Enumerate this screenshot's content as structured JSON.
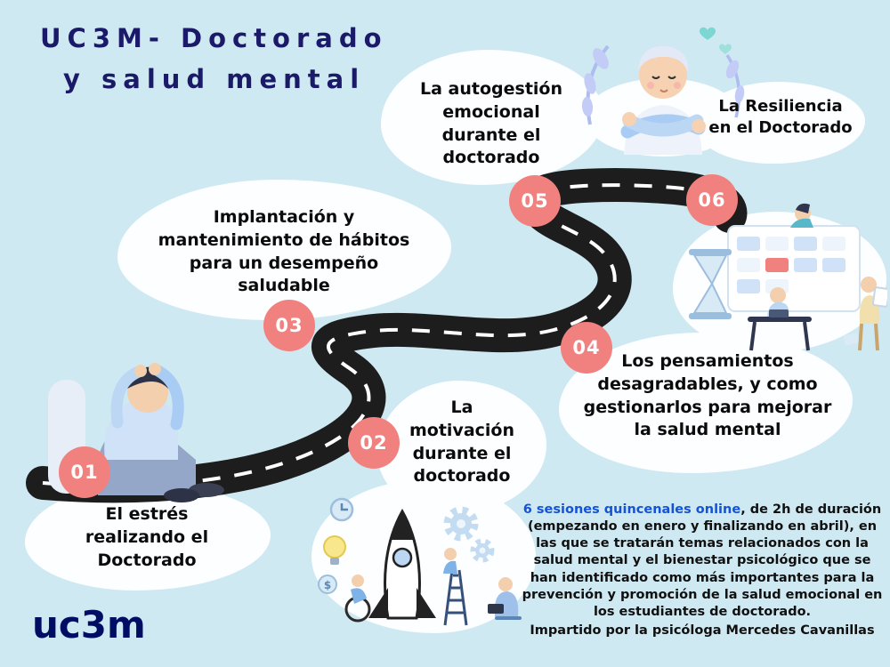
{
  "title": {
    "line1": "UC3M- Doctorado",
    "line2": "y salud mental"
  },
  "logo_text": "uc3m",
  "stops": [
    {
      "num": "01",
      "label": "El estrés\nrealizando el\nDoctorado"
    },
    {
      "num": "02",
      "label": "La\nmotivación\ndurante el\ndoctorado"
    },
    {
      "num": "03",
      "label": "Implantación y\nmantenimiento de hábitos\npara un desempeño\nsaludable"
    },
    {
      "num": "04",
      "label": "Los pensamientos\ndesagradables, y como\ngestionarlos para mejorar\nla salud mental"
    },
    {
      "num": "05",
      "label": "La autogestión\nemocional\ndurante el\ndoctorado"
    },
    {
      "num": "06",
      "label": "La Resiliencia\nen el Doctorado"
    }
  ],
  "description": {
    "highlight": "6 sesiones quincenales online",
    "body": ", de 2h de duración (empezando en enero y finalizando en abril), en las que se tratarán temas relacionados con la salud mental y el bienestar psicológico que se han identificado como más importantes para la prevención y promoción de la salud emocional en los estudiantes de doctorado.",
    "credit": "Impartido por la psicóloga Mercedes Cavanillas"
  },
  "decorations": {
    "coin_symbol": "$"
  },
  "colors": {
    "background": "#cfe9f2",
    "navy": "#1b1a68",
    "stop_pink": "#f1817f",
    "road_black": "#1d1d1d",
    "highlight_blue": "#1553d6"
  }
}
